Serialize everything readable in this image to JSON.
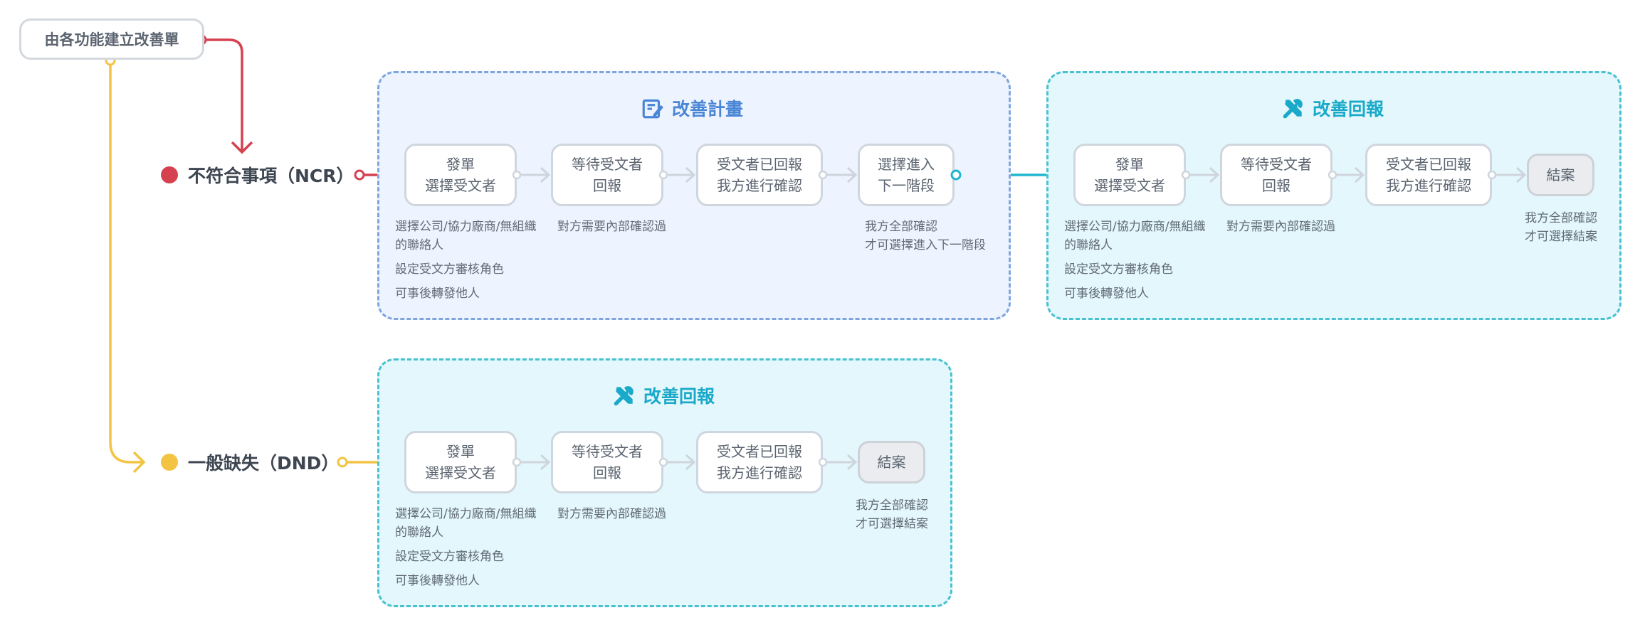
{
  "start": {
    "label": "由各功能建立改善單"
  },
  "branches": {
    "ncr": {
      "label": "不符合事項（NCR）",
      "color": "#d64150"
    },
    "dnd": {
      "label": "一般缺失（DND）",
      "color": "#f3c443"
    }
  },
  "colors": {
    "connector": "#1fb6d0",
    "step_arrow": "#cfd5dc"
  },
  "panels": {
    "ncr_plan": {
      "title": "改善計畫",
      "icon": "clipboard-edit-icon",
      "steps": [
        {
          "label": "發單\n選擇受文者"
        },
        {
          "label": "等待受文者\n回報"
        },
        {
          "label": "受文者已回報\n我方進行確認"
        },
        {
          "label": "選擇進入\n下一階段"
        }
      ],
      "notes": {
        "issue": [
          "選擇公司/協力廠商/無組織\n的聯絡人",
          "設定受文方審核角色",
          "可事後轉發他人"
        ],
        "wait": "對方需要內部確認過",
        "next": "我方全部確認\n才可選擇進入下一階段"
      }
    },
    "ncr_reply": {
      "title": "改善回報",
      "icon": "tools-icon",
      "steps": [
        {
          "label": "發單\n選擇受文者"
        },
        {
          "label": "等待受文者\n回報"
        },
        {
          "label": "受文者已回報\n我方進行確認"
        },
        {
          "label": "結案"
        }
      ],
      "notes": {
        "issue": [
          "選擇公司/協力廠商/無組織\n的聯絡人",
          "設定受文方審核角色",
          "可事後轉發他人"
        ],
        "wait": "對方需要內部確認過",
        "close": "我方全部確認\n才可選擇結案"
      }
    },
    "dnd_reply": {
      "title": "改善回報",
      "icon": "tools-icon",
      "steps": [
        {
          "label": "發單\n選擇受文者"
        },
        {
          "label": "等待受文者\n回報"
        },
        {
          "label": "受文者已回報\n我方進行確認"
        },
        {
          "label": "結案"
        }
      ],
      "notes": {
        "issue": [
          "選擇公司/協力廠商/無組織\n的聯絡人",
          "設定受文方審核角色",
          "可事後轉發他人"
        ],
        "wait": "對方需要內部確認過",
        "close": "我方全部確認\n才可選擇結案"
      }
    }
  }
}
